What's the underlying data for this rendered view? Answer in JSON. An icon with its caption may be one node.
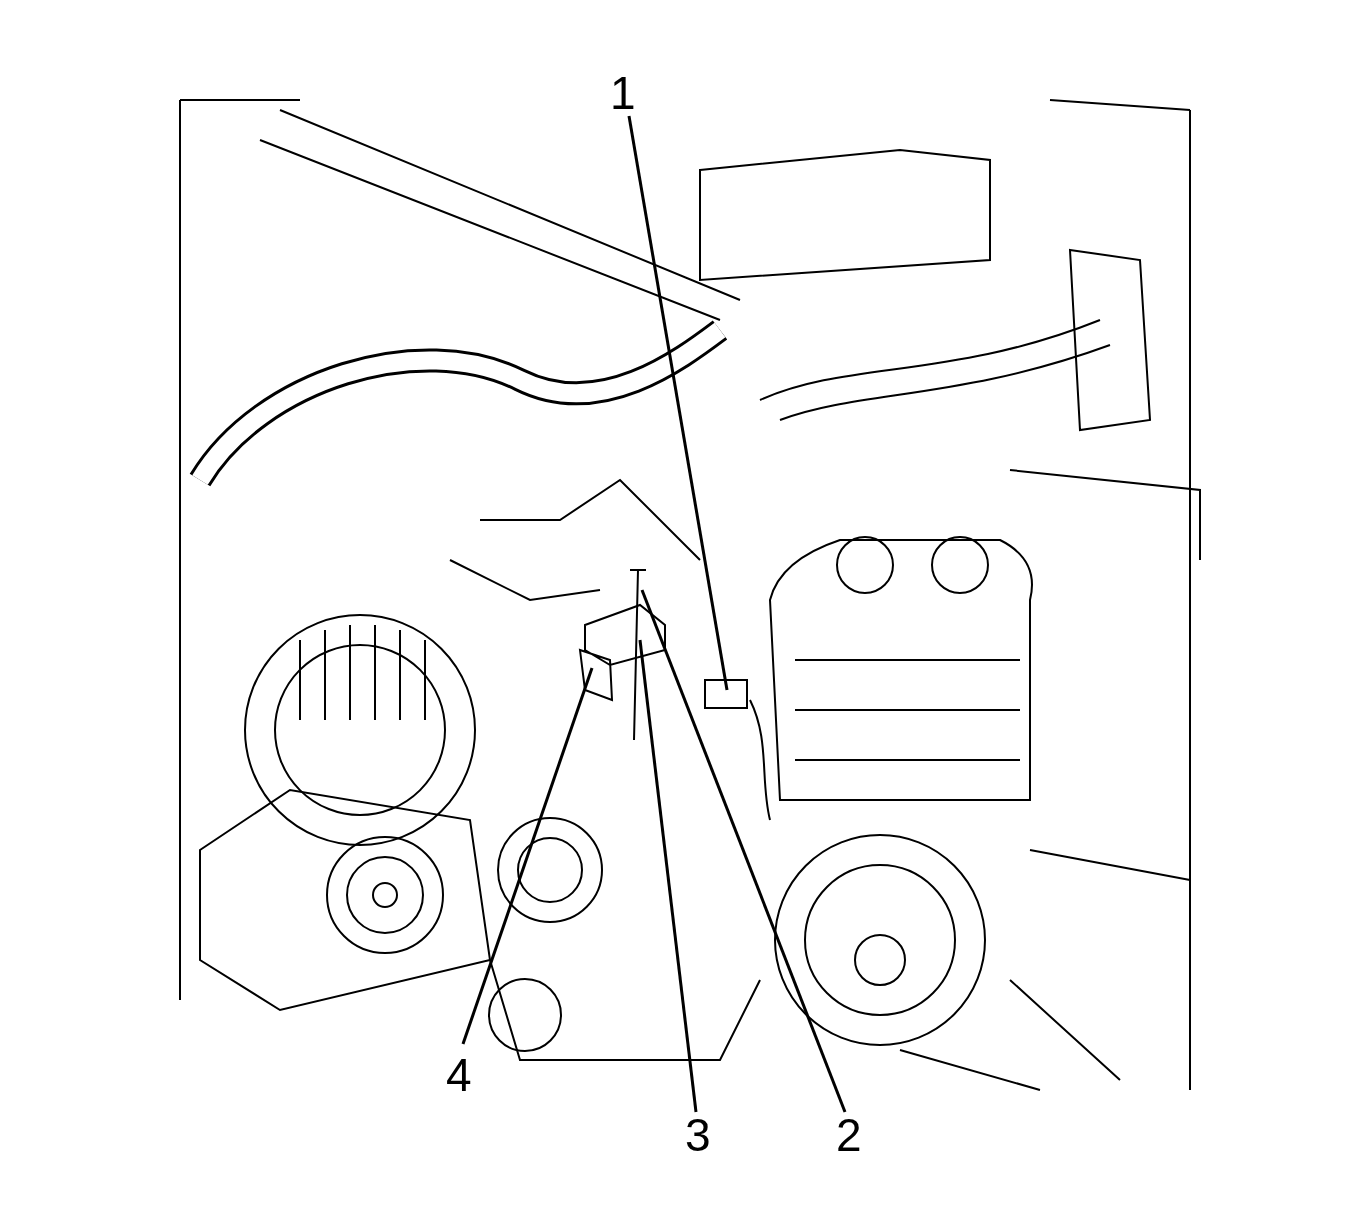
{
  "diagram": {
    "nodes": [
      {
        "text": [
          "1"
        ]
      },
      {
        "text": [
          "2"
        ]
      },
      {
        "text": [
          "3"
        ]
      },
      {
        "text": [
          "4"
        ]
      }
    ],
    "edges": [
      {
        "from": 0,
        "to": null,
        "arrow": "none"
      },
      {
        "from": 1,
        "to": null,
        "arrow": "none"
      },
      {
        "from": 2,
        "to": null,
        "arrow": "none"
      },
      {
        "from": 3,
        "to": null,
        "arrow": "none"
      }
    ]
  }
}
